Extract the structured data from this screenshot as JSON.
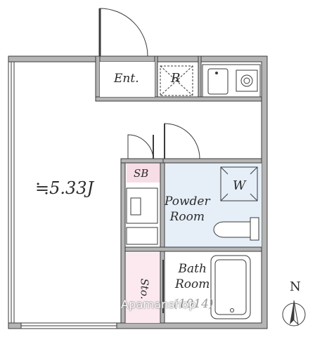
{
  "plan": {
    "main_room": {
      "label": "≒5.33J"
    },
    "entrance": {
      "label": "Ent."
    },
    "refrigerator": {
      "label": "R"
    },
    "shoe_box": {
      "label": "SB"
    },
    "washer": {
      "label": "W"
    },
    "powder_room": {
      "line1": "Powder",
      "line2": "Room"
    },
    "bath_room": {
      "line1": "Bath",
      "line2": "Room",
      "dims": "(1014)"
    },
    "storage": {
      "label": "Sto."
    },
    "compass": {
      "label": "N"
    }
  },
  "watermark": {
    "text": "Apamanshop"
  },
  "colors": {
    "wall": "#8c8c8c",
    "wall_fill": "#b5b5b5",
    "line": "#3a3a3a",
    "powder_fill": "#e6eff8",
    "sb_fill": "#f7dde6",
    "storage_fill": "#fbe9ef"
  }
}
